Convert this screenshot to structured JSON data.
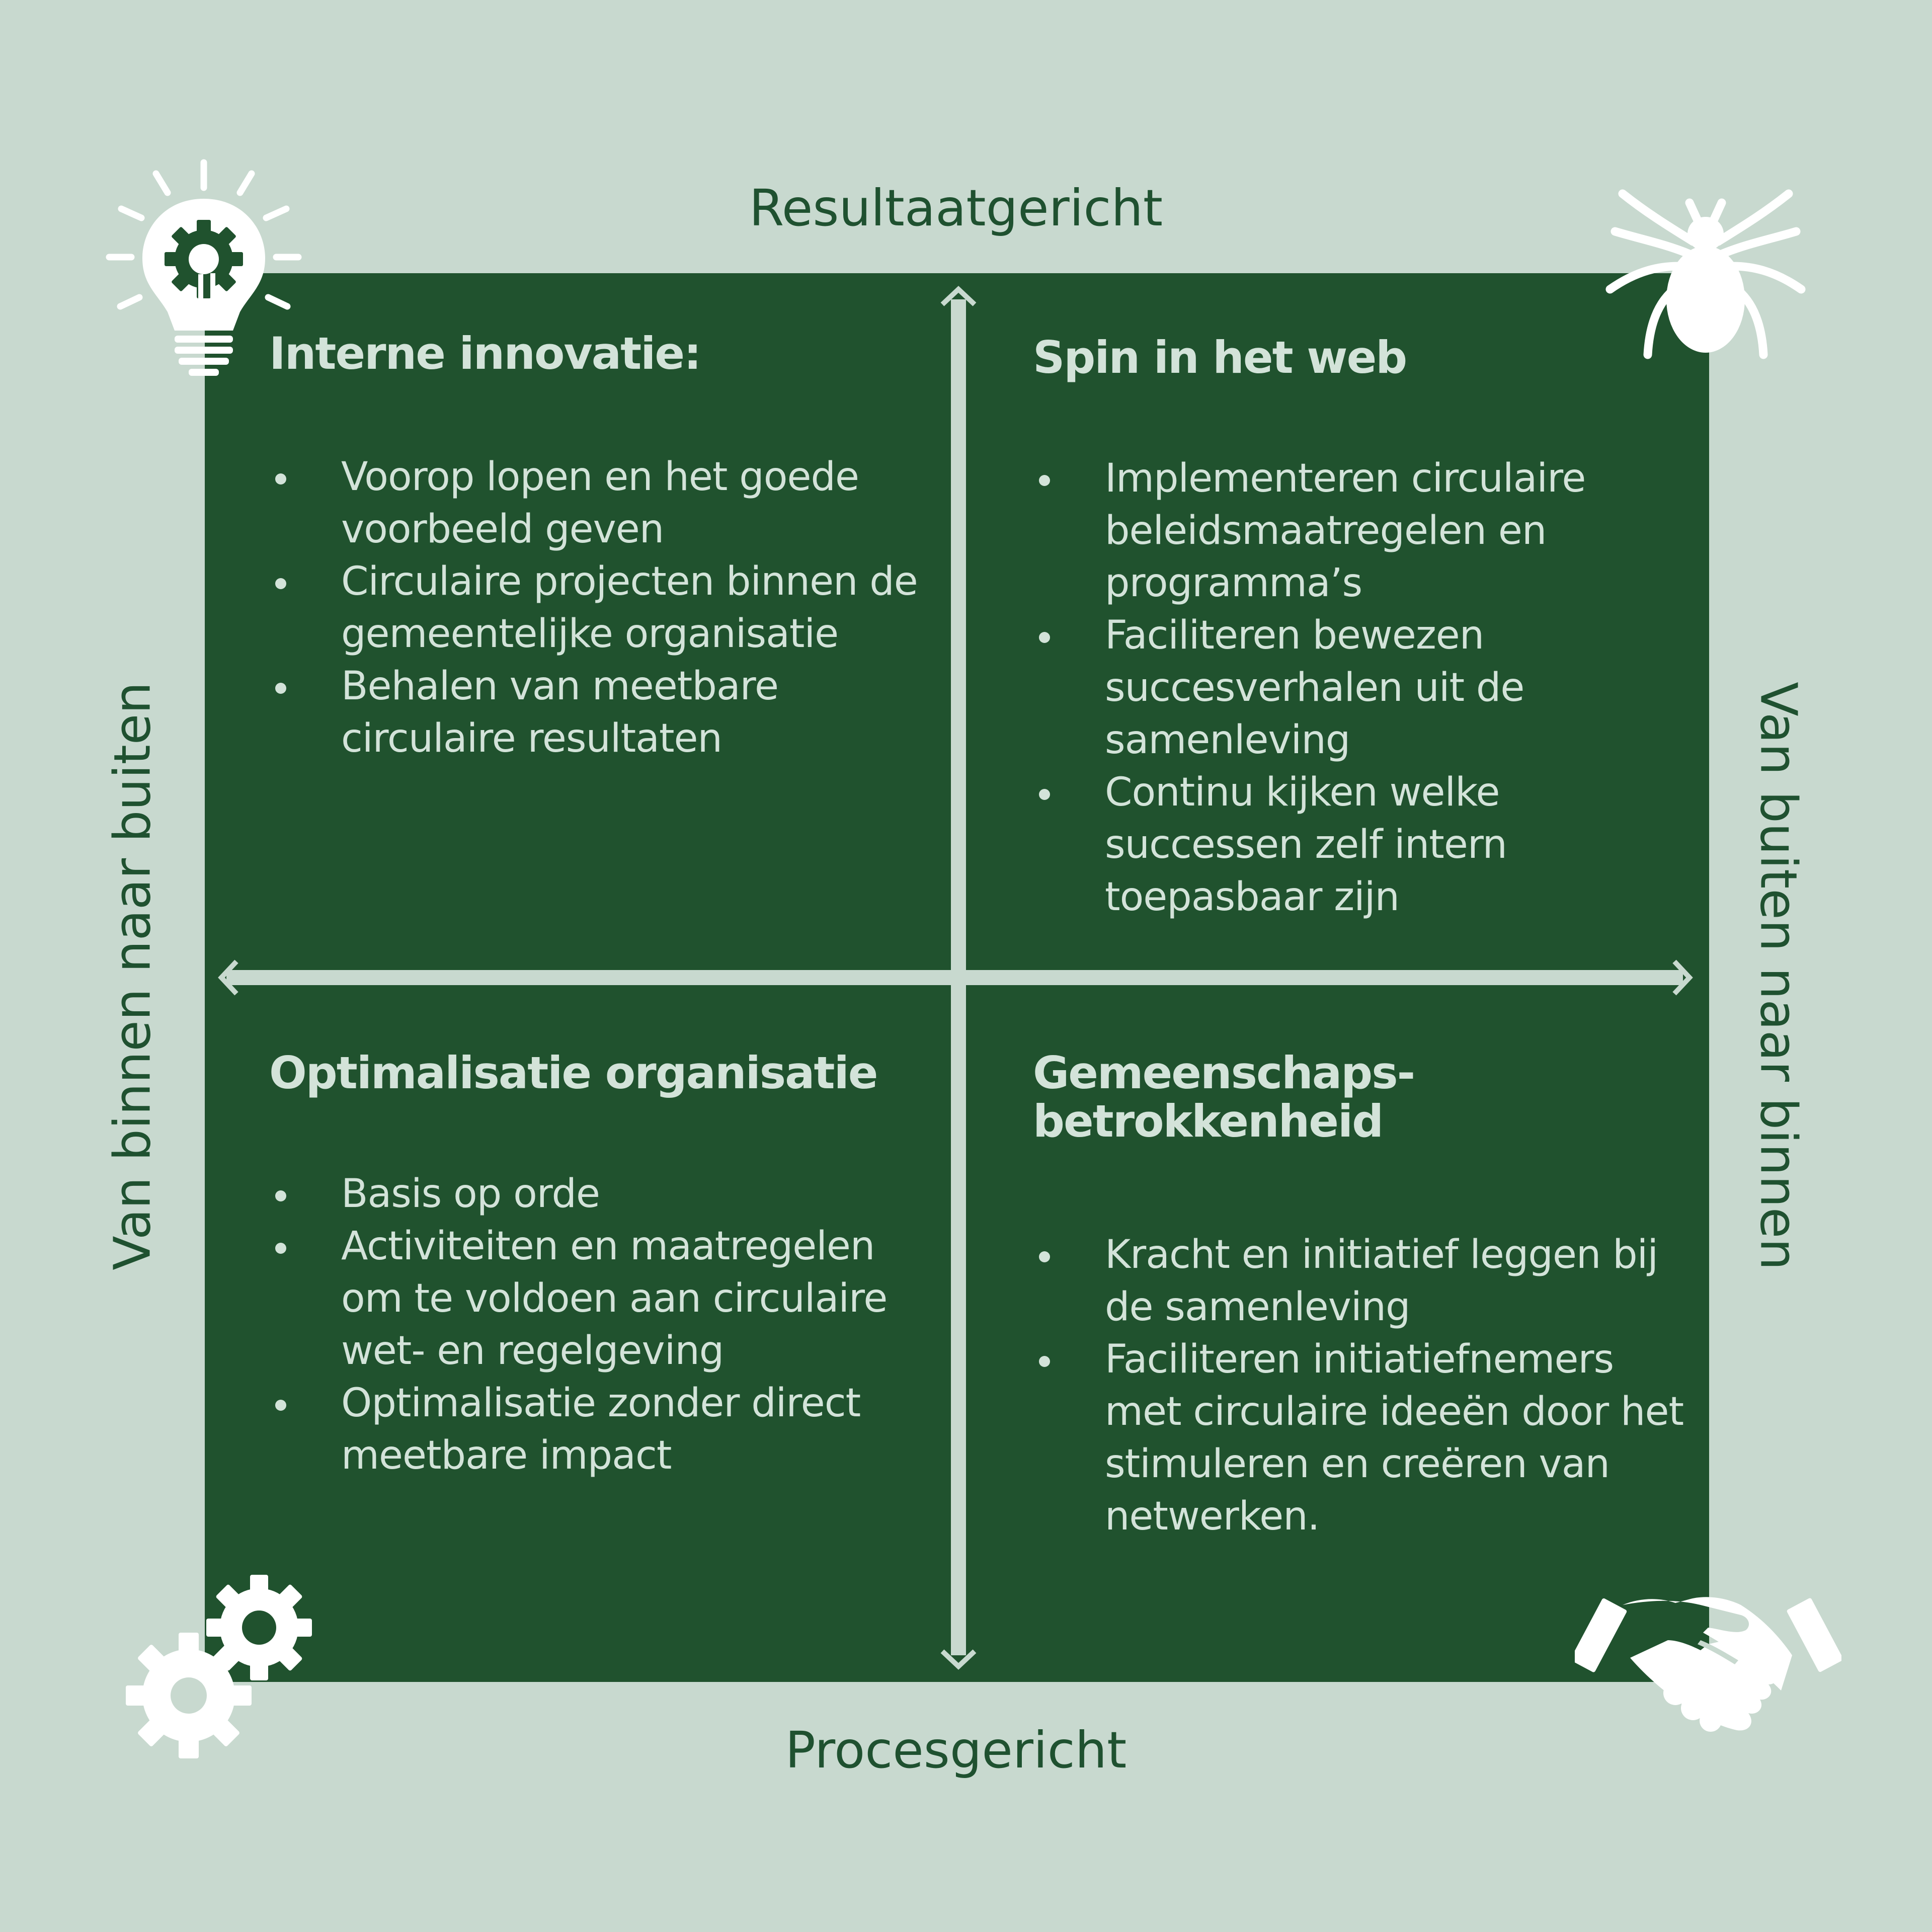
{
  "axes": {
    "top": "Resultaatgericht",
    "bottom": "Procesgericht",
    "left": "Van binnen naar buiten",
    "right": "Van buiten naar binnen"
  },
  "quadrants": {
    "top_left": {
      "title": "Interne innovatie:",
      "items": [
        "Voorop lopen en het goede voorbeeld geven",
        "Circulaire projecten binnen de gemeentelijke organisatie",
        "Behalen van meetbare circulaire resultaten"
      ]
    },
    "top_right": {
      "title": "Spin in het web",
      "items": [
        "Implementeren circulaire beleidsmaatregelen en programma’s",
        "Faciliteren bewezen succesverhalen uit de samenleving",
        "Continu kijken welke successen zelf intern toepasbaar zijn"
      ]
    },
    "bottom_left": {
      "title": "Optimalisatie organisatie",
      "items": [
        "Basis op orde",
        "Activiteiten en maatregelen om te voldoen aan circulaire wet- en regelgeving",
        "Optimalisatie zonder direct meetbare impact"
      ]
    },
    "bottom_right": {
      "title_lines": [
        "Gemeenschaps-",
        "betrokkenheid"
      ],
      "items": [
        "Kracht en initiatief leggen bij de samenleving",
        "Faciliteren initiatiefnemers met circulaire ideeën door het stimuleren en creëren van netwerken."
      ]
    }
  },
  "icons": {
    "top_left": "lightbulb-gear-icon",
    "top_right": "spider-icon",
    "bottom_left": "gears-icon",
    "bottom_right": "handshake-icon"
  },
  "colors": {
    "background": "#c8d9cf",
    "panel": "#20522e",
    "text_light": "#d3e3d9",
    "text_dark": "#1f5130",
    "icon": "#ffffff"
  }
}
